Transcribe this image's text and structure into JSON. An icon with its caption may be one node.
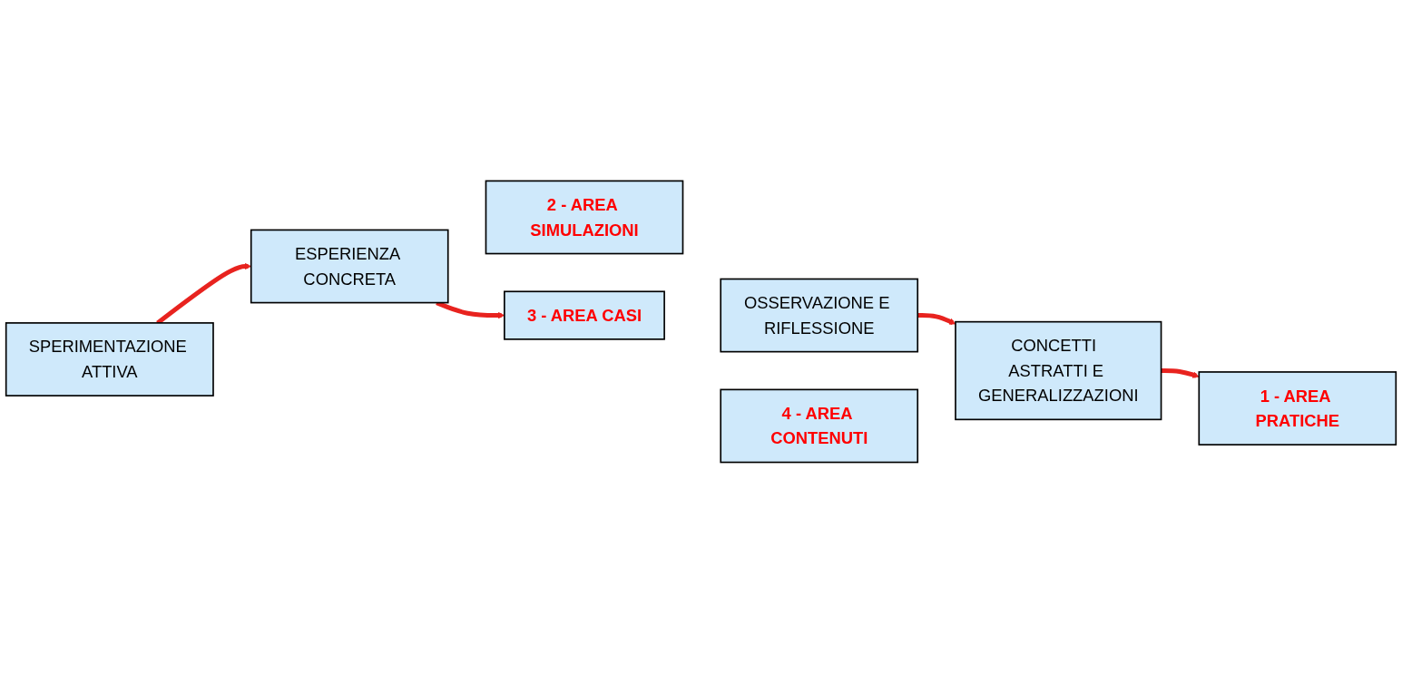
{
  "diagram": {
    "nodes": [
      {
        "text": [
          "ESPERIENZA CONCRETA"
        ]
      },
      {
        "text": [
          "2 - AREA SIMULAZIONI"
        ]
      },
      {
        "text": [
          "3 - AREA CASI"
        ]
      },
      {
        "text": [
          "OSSERVAZIONE E RIFLESSIONE"
        ]
      },
      {
        "text": [
          "4 - AREA CONTENUTI"
        ]
      },
      {
        "text": [
          "CONCETTI  ASTRATTI E GENERALIZZAZIONI"
        ]
      },
      {
        "text": [
          "SPERIMENTAZIONE ATTIVA"
        ]
      },
      {
        "text": [
          "1 - AREA PRATICHE"
        ]
      }
    ],
    "edges": [
      {
        "from": 0,
        "to": 2,
        "arrow": "to"
      },
      {
        "from": 3,
        "to": 5,
        "arrow": "to"
      },
      {
        "from": 5,
        "to": 7,
        "arrow": "to"
      },
      {
        "from": 6,
        "to": 0,
        "arrow": "to"
      }
    ]
  }
}
